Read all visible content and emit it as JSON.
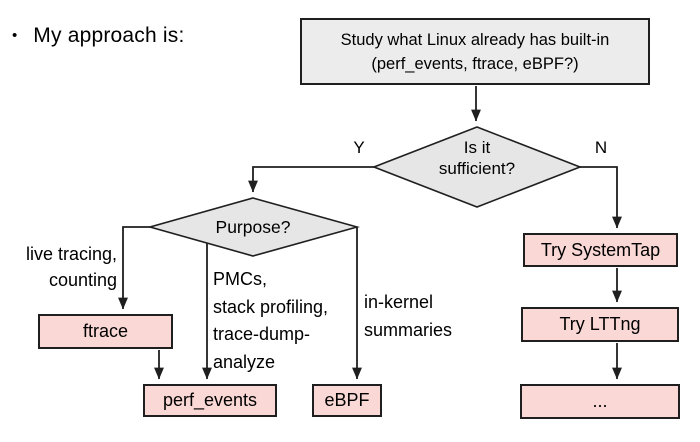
{
  "slide": {
    "bullet": "•",
    "title": "My approach is:"
  },
  "flowchart": {
    "start_box": {
      "line1": "Study what Linux already has built-in",
      "line2": "(perf_events, ftrace, eBPF?)"
    },
    "decision_sufficient": {
      "line1": "Is it",
      "line2": "sufficient?",
      "yes_label": "Y",
      "no_label": "N"
    },
    "decision_purpose": {
      "label": "Purpose?"
    },
    "branch_labels": {
      "ftrace_branch": {
        "line1": "live tracing,",
        "line2": "counting"
      },
      "perf_branch": {
        "line1": "PMCs,",
        "line2": "stack profiling,",
        "line3": "trace-dump-",
        "line4": "analyze"
      },
      "ebpf_branch": {
        "line1": "in-kernel",
        "line2": "summaries"
      }
    },
    "result_boxes": {
      "ftrace": "ftrace",
      "perf_events": "perf_events",
      "ebpf": "eBPF",
      "systemtap": "Try SystemTap",
      "lttng": "Try LTTng",
      "more": "..."
    },
    "colors": {
      "box_gray": "#ececec",
      "diamond_gray": "#e6e6e6",
      "result_pink": "#f9d8d5",
      "line_color": "#1f1f1f"
    }
  }
}
